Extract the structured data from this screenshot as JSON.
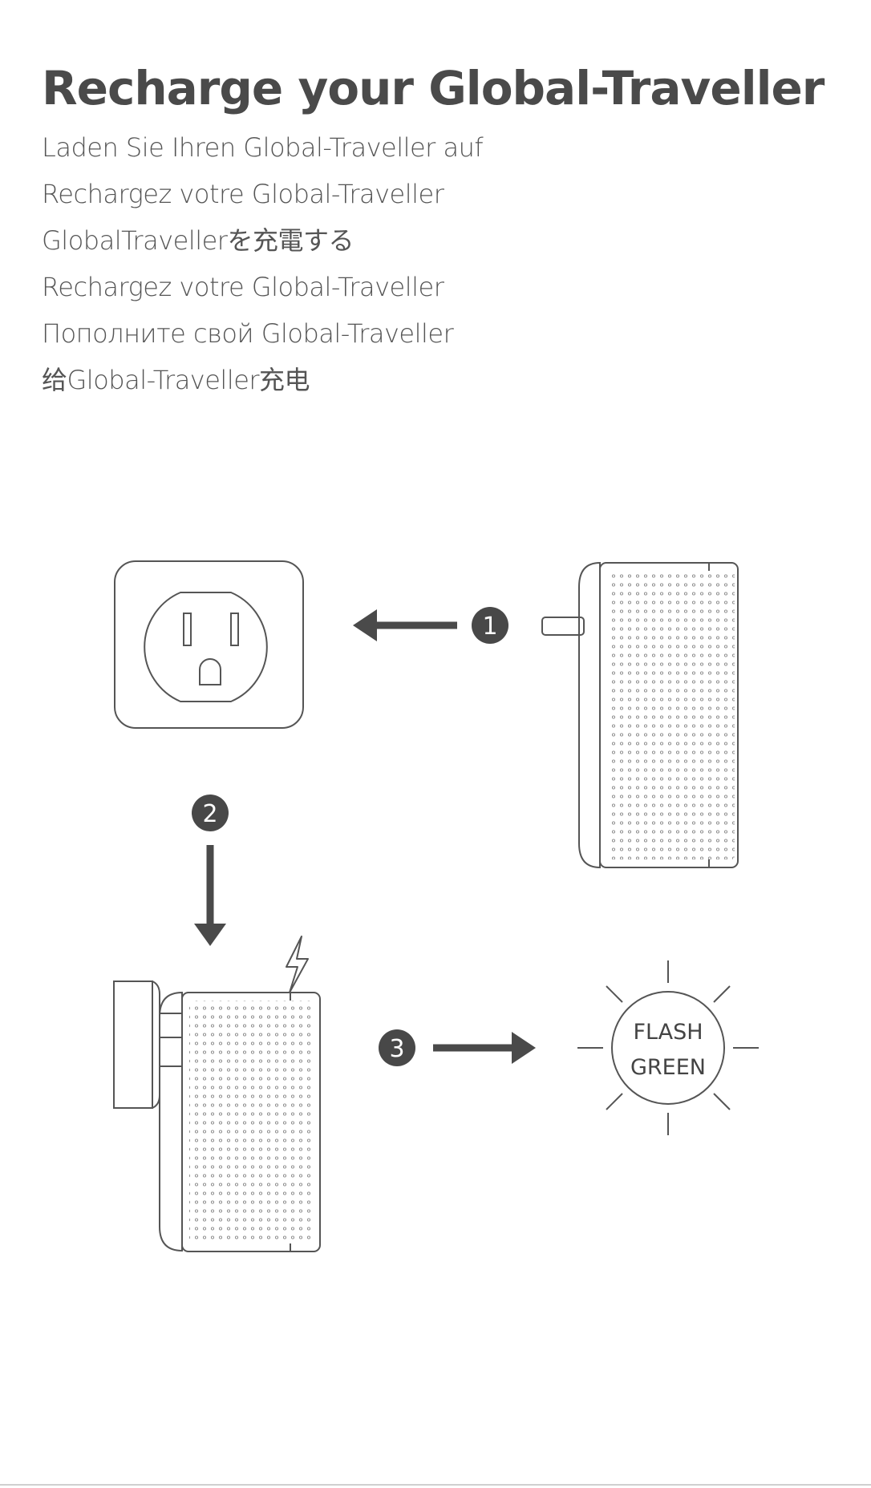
{
  "title": "Recharge your Global-Traveller",
  "subtitles": [
    "Laden Sie Ihren Global-Traveller auf",
    "Rechargez votre Global-Traveller",
    "GlobalTravellerを充電する",
    "Rechargez votre Global-Traveller",
    "Пополните свой Global-Traveller",
    "给Global-Traveller充电"
  ],
  "steps": [
    "1",
    "2",
    "3"
  ],
  "indicator": {
    "line1": "FLASH",
    "line2": "GREEN",
    "color": "#444444"
  },
  "colors": {
    "text": "#4a4a4a",
    "line": "#555555",
    "badge": "#484848"
  }
}
